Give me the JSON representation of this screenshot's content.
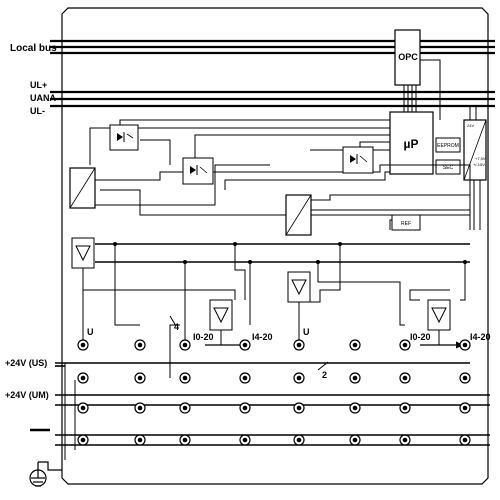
{
  "labels": {
    "local_bus": "Local bus",
    "u_l_plus": "UL+",
    "u_ana": "UANA",
    "u_l_minus": "UL-",
    "opc": "OPC",
    "mu_p": "µP",
    "eeprom": "EEPROM",
    "sec": "SEC",
    "ref": "REF",
    "reg_top": "24V",
    "reg_mid": "+7,5V",
    "reg_bot": "+/-15V",
    "u_left": "U",
    "u_right": "U",
    "i_0_20_left": "I0-20",
    "i_4_20_left": "I4-20",
    "i_0_20_right": "I0-20",
    "i_4_20_right": "I4-20",
    "count_4": "4",
    "count_2": "2",
    "us_24": "+24V (US)",
    "um_24": "+24V (UM)"
  }
}
